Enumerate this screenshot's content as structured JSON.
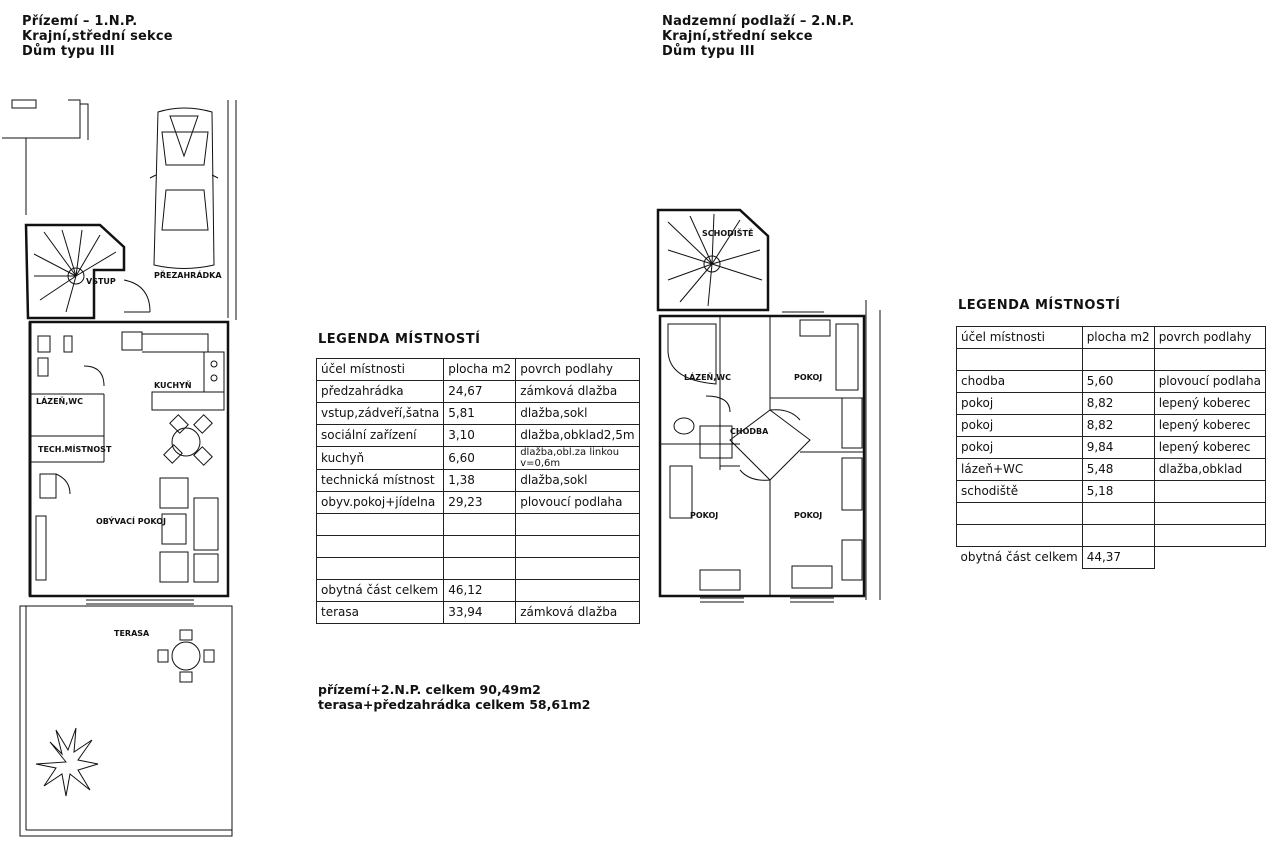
{
  "ground": {
    "header": [
      "Přízemí – 1.N.P.",
      "Krajní,střední sekce",
      "Dům typu III"
    ],
    "room_labels": {
      "vstup": "VSTUP",
      "predzahradka": "PŘEZAHRÁDKA",
      "kuchyn": "KUCHYŇ",
      "lazen": "LÁZEŇ,WC",
      "tech": "TECH.MÍSTNOST",
      "obyvaci": "OBÝVACÍ POKOJ",
      "terasa": "TERASA"
    },
    "legend": {
      "title": "LEGENDA MÍSTNOSTÍ",
      "headers": [
        "účel místnosti",
        "plocha m2",
        "povrch podlahy"
      ],
      "rows": [
        {
          "name": "předzahrádka",
          "area": "24,67",
          "floor": "zámková dlažba"
        },
        {
          "name": "vstup,zádveří,šatna",
          "area": "5,81",
          "floor": "dlažba,sokl"
        },
        {
          "name": "sociální zařízení",
          "area": "3,10",
          "floor": "dlažba,obklad2,5m"
        },
        {
          "name": "kuchyň",
          "area": "6,60",
          "floor": "dlažba,obl.za linkou v=0,6m"
        },
        {
          "name": "technická místnost",
          "area": "1,38",
          "floor": "dlažba,sokl"
        },
        {
          "name": "obyv.pokoj+jídelna",
          "area": "29,23",
          "floor": "plovoucí podlaha"
        }
      ],
      "total_label": "obytná část celkem",
      "total_value": "46,12",
      "terrace": {
        "name": "terasa",
        "area": "33,94",
        "floor": "zámková dlažba"
      }
    },
    "summary": [
      "přízemí+2.N.P. celkem 90,49m2",
      "terasa+předzahrádka celkem 58,61m2"
    ]
  },
  "upper": {
    "header": [
      "Nadzemní podlaží – 2.N.P.",
      "Krajní,střední sekce",
      "Dům typu III"
    ],
    "room_labels": {
      "schodiste": "SCHODIŠTĚ",
      "lazen": "LÁZEŇ,WC",
      "pokoj1": "POKOJ",
      "chodba": "CHODBA",
      "pokoj2": "POKOJ",
      "pokoj3": "POKOJ"
    },
    "legend": {
      "title": "LEGENDA MÍSTNOSTÍ",
      "headers": [
        "účel místnosti",
        "plocha m2",
        "povrch podlahy"
      ],
      "rows": [
        {
          "name": "chodba",
          "area": "5,60",
          "floor": "plovoucí podlaha"
        },
        {
          "name": "pokoj",
          "area": "8,82",
          "floor": "lepený koberec"
        },
        {
          "name": "pokoj",
          "area": "8,82",
          "floor": "lepený koberec"
        },
        {
          "name": "pokoj",
          "area": "9,84",
          "floor": "lepený koberec"
        },
        {
          "name": "lázeň+WC",
          "area": "5,48",
          "floor": "dlažba,obklad"
        },
        {
          "name": "schodiště",
          "area": "5,18",
          "floor": ""
        }
      ],
      "total_label": "obytná část celkem",
      "total_value": "44,37"
    }
  }
}
